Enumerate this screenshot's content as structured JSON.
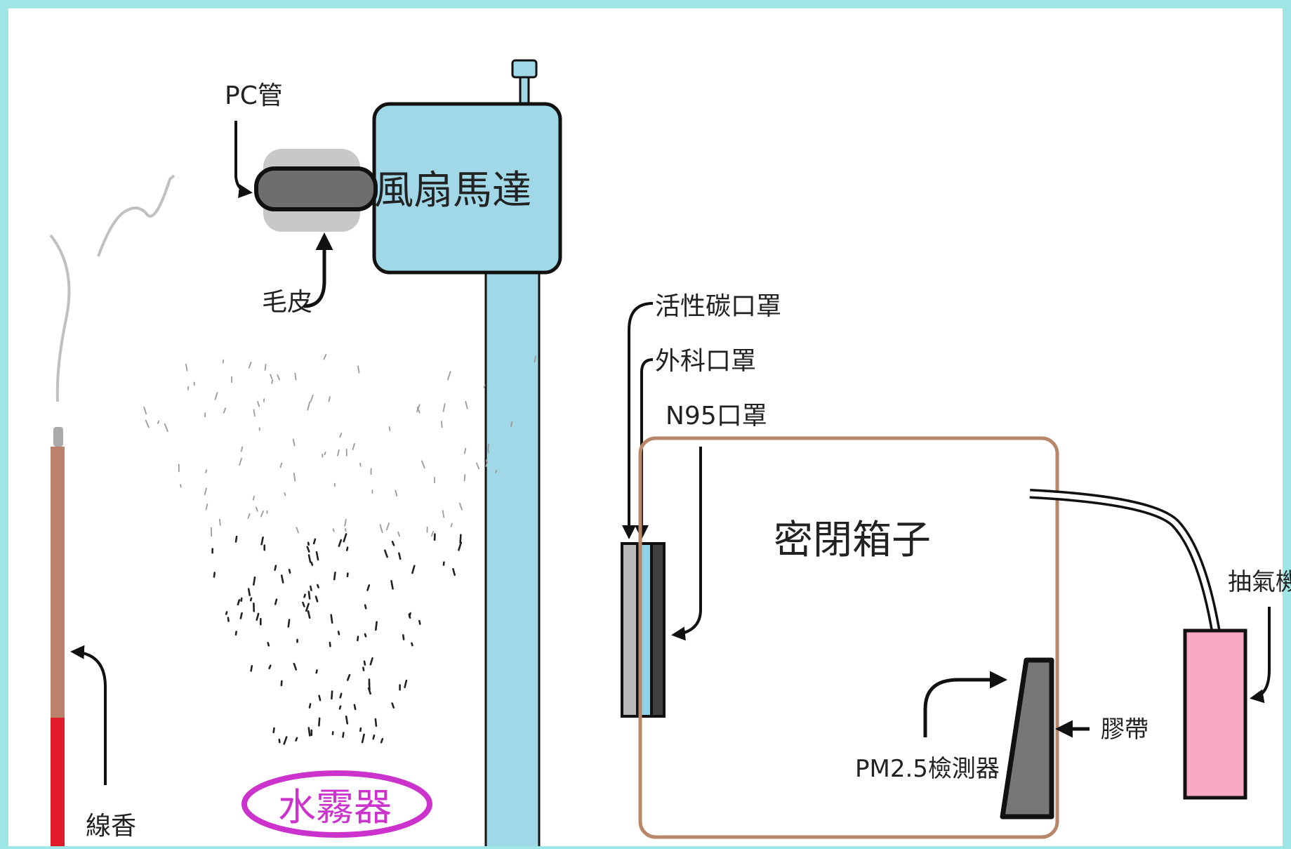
{
  "labels": {
    "pc_tube": "PC管",
    "fur": "毛皮",
    "fan_motor": "風扇馬達",
    "activated_carbon_mask": "活性碳口罩",
    "surgical_mask": "外科口罩",
    "n95_mask": "N95口罩",
    "sealed_box": "密閉箱子",
    "air_pump": "抽氣機",
    "tape": "膠帶",
    "pm25_detector": "PM2.5檢測器",
    "mister": "水霧器",
    "incense": "線香"
  },
  "colors": {
    "frame": "#9fe6e6",
    "fan_box": "#a0d8e8",
    "pole": "#a0d8e8",
    "fur": "#c8c8c8",
    "pc_tube": "#6e6e6e",
    "box_border": "#b8876a",
    "pump_body": "#f7a8c4",
    "incense_stick": "#b8836a",
    "incense_burn": "#e01b2a",
    "mister_ring": "#cc33cc",
    "mask_gray": "#b8b8b8",
    "mask_blue": "#8fd3ea",
    "mask_dark": "#404040",
    "detector": "#777777"
  }
}
